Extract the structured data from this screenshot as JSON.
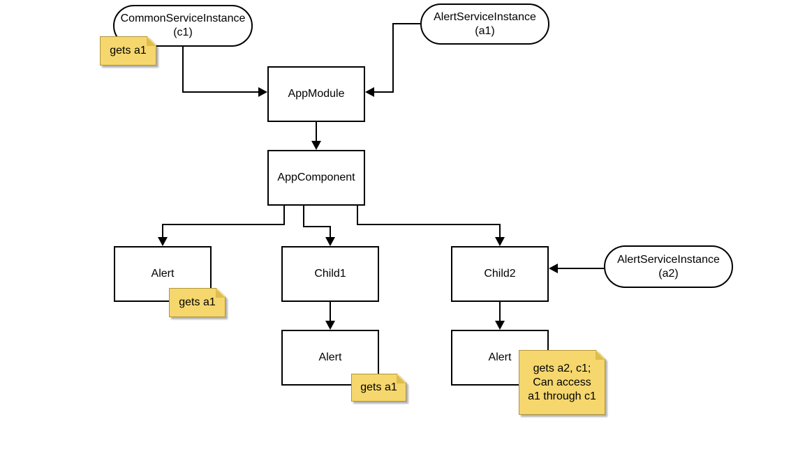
{
  "diagram": {
    "nodes": {
      "c1": {
        "name": "CommonServiceInstance",
        "id_label": "(c1)"
      },
      "a1": {
        "name": "AlertServiceInstance",
        "id_label": "(a1)"
      },
      "a2": {
        "name": "AlertServiceInstance",
        "id_label": "(a2)"
      },
      "app_module": {
        "label": "AppModule"
      },
      "app_component": {
        "label": "AppComponent"
      },
      "alert_top": {
        "label": "Alert"
      },
      "child1": {
        "label": "Child1"
      },
      "child2": {
        "label": "Child2"
      },
      "alert_child1": {
        "label": "Alert"
      },
      "alert_child2": {
        "label": "Alert"
      }
    },
    "notes": {
      "c1_note": {
        "text": "gets a1"
      },
      "alert_top_note": {
        "text": "gets a1"
      },
      "alert_child1_note": {
        "text": "gets a1"
      },
      "alert_child2_note": {
        "text": "gets a2, c1;\nCan access\na1 through c1"
      }
    },
    "colors": {
      "background": "#FFFFFF",
      "shape_border": "#000000",
      "line": "#000000",
      "note_fill": "#F5D76E",
      "note_fold": "#DFBC4E",
      "note_border": "#B0953F"
    }
  }
}
